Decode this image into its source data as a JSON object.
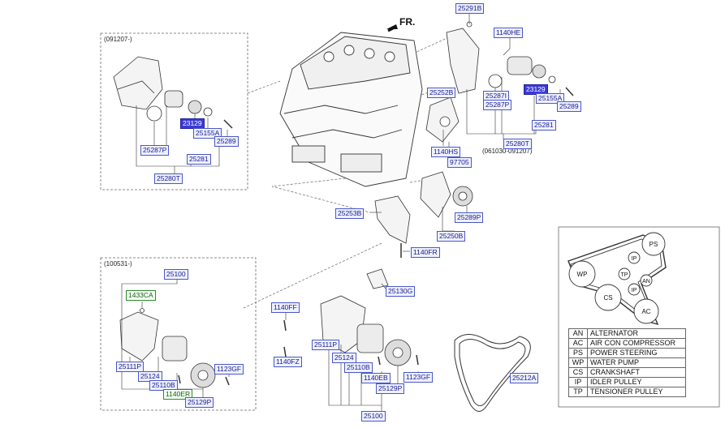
{
  "direction_label": "FR.",
  "frames": {
    "top_left": "(091207-)",
    "bottom_left": "(100531-)",
    "range_right": "(061030-091207)"
  },
  "labels": {
    "l25291B": "25291B",
    "l1140HE": "1140HE",
    "l25287I_r": "25287I",
    "l25287P_r": "25287P",
    "l23129_r": "23129",
    "l25155A_r": "25155A",
    "l25289_r": "25289",
    "l25281_r": "25281",
    "l25280T_r": "25280T",
    "l25252B": "25252B",
    "l1140HS": "1140HS",
    "l97705": "97705",
    "l25289P": "25289P",
    "l25250B": "25250B",
    "l25253B": "25253B",
    "l1140FR": "1140FR",
    "l23129_l": "23129",
    "l25155A_l": "25155A",
    "l25289_l": "25289",
    "l25287P_l": "25287P",
    "l25281_l": "25281",
    "l25280T_l": "25280T",
    "l25100_l": "25100",
    "l1433CA": "1433CA",
    "l25111P_l": "25111P",
    "l25124_l": "25124",
    "l25110B_l": "25110B",
    "l1123GF_l": "1123GF",
    "l1140ER": "1140ER",
    "l25129P_l": "25129P",
    "l25130G": "25130G",
    "l1140FF": "1140FF",
    "l1140FZ": "1140FZ",
    "l25111P_c": "25111P",
    "l25124_c": "25124",
    "l25110B_c": "25110B",
    "l1140EB": "1140EB",
    "l1123GF_c": "1123GF",
    "l25129P_c": "25129P",
    "l25100_c": "25100",
    "l25212A": "25212A"
  },
  "belt_pulleys": {
    "PS": "PS",
    "WP": "WP",
    "IP1": "IP",
    "TP": "TP",
    "AN": "AN",
    "IP2": "IP",
    "CS": "CS",
    "AC": "AC"
  },
  "legend": [
    {
      "abbr": "AN",
      "desc": "ALTERNATOR"
    },
    {
      "abbr": "AC",
      "desc": "AIR CON COMPRESSOR"
    },
    {
      "abbr": "PS",
      "desc": "POWER STEERING"
    },
    {
      "abbr": "WP",
      "desc": "WATER PUMP"
    },
    {
      "abbr": "CS",
      "desc": "CRANKSHAFT"
    },
    {
      "abbr": "IP",
      "desc": "IDLER PULLEY"
    },
    {
      "abbr": "TP",
      "desc": "TENSIONER PULLEY"
    }
  ]
}
